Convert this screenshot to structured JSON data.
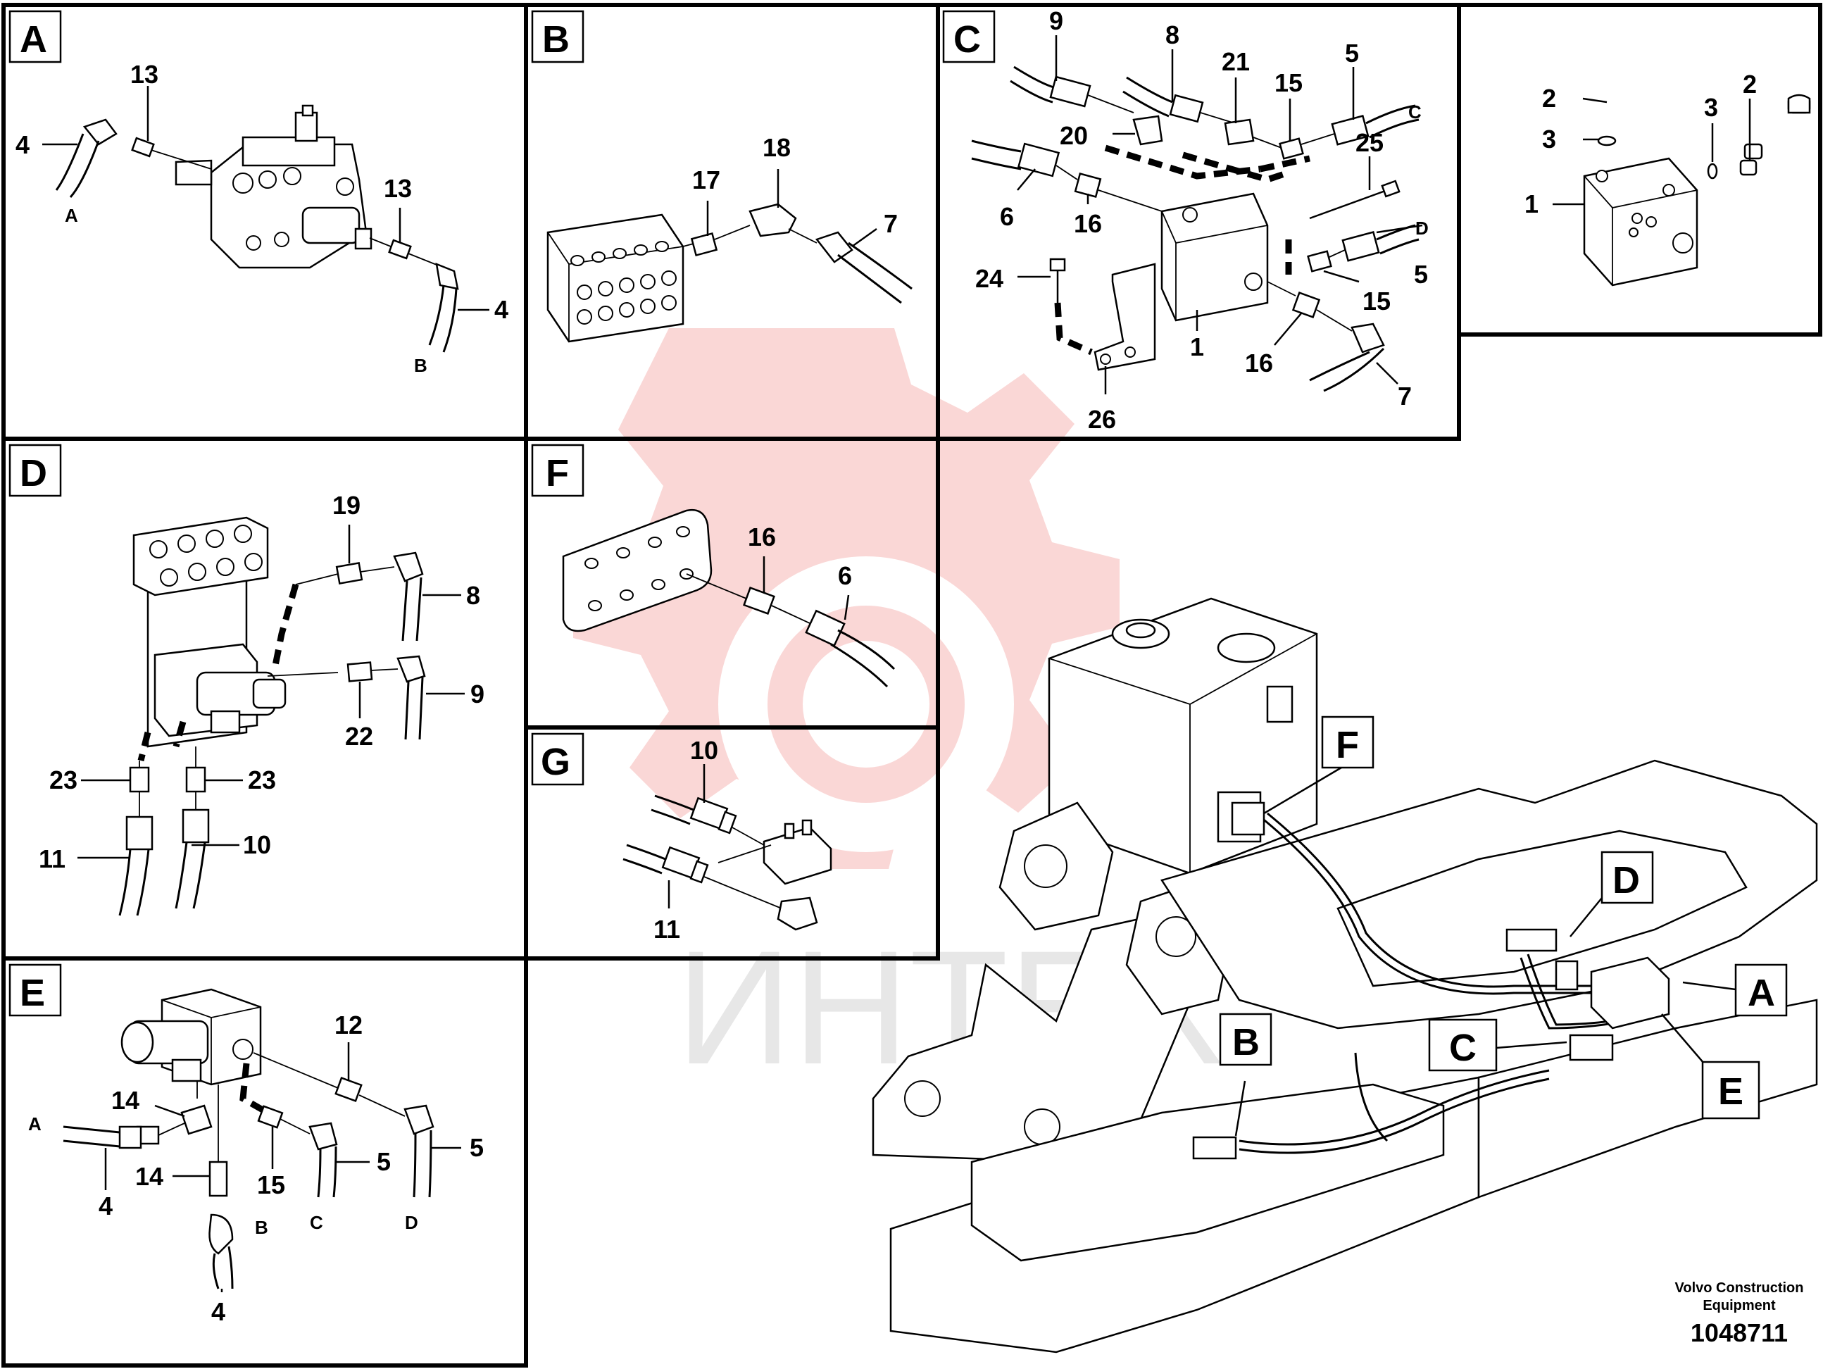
{
  "panels": {
    "A": {
      "letter": "A",
      "callouts": {
        "c13a": "13",
        "c4a": "4",
        "c13b": "13",
        "c4b": "4"
      },
      "ends": {
        "a": "A",
        "b": "B"
      }
    },
    "B": {
      "letter": "B",
      "callouts": {
        "c17": "17",
        "c18": "18",
        "c7": "7"
      }
    },
    "C": {
      "letter": "C",
      "callouts": {
        "c9": "9",
        "c8": "8",
        "c21": "21",
        "c15a": "15",
        "c5a": "5",
        "c20": "20",
        "c25": "25",
        "c6": "6",
        "c16a": "16",
        "c24": "24",
        "c5b": "5",
        "c15b": "15",
        "c1": "1",
        "c16b": "16",
        "c7": "7",
        "c26": "26"
      },
      "ends": {
        "c": "C",
        "d": "D"
      }
    },
    "side": {
      "callouts": {
        "c2a": "2",
        "c2b": "2",
        "c3a": "3",
        "c3b": "3",
        "c1": "1"
      }
    },
    "D": {
      "letter": "D",
      "callouts": {
        "c19": "19",
        "c8": "8",
        "c9": "9",
        "c22": "22",
        "c23a": "23",
        "c23b": "23",
        "c11": "11",
        "c10": "10"
      }
    },
    "F": {
      "letter": "F",
      "callouts": {
        "c16": "16",
        "c6": "6"
      }
    },
    "G": {
      "letter": "G",
      "callouts": {
        "c10": "10",
        "c11": "11"
      }
    },
    "E": {
      "letter": "E",
      "callouts": {
        "c12": "12",
        "c14a": "14",
        "c14b": "14",
        "c4a": "4",
        "c15": "15",
        "c5a": "5",
        "c5b": "5",
        "c4b": "4"
      },
      "ends": {
        "a": "A",
        "b": "B",
        "c": "C",
        "d": "D"
      }
    }
  },
  "main_labels": {
    "F": "F",
    "D": "D",
    "A": "A",
    "B": "B",
    "C": "C",
    "E": "E"
  },
  "watermark": {
    "text": "ИНТЕХ",
    "color": "#e53935"
  },
  "footer": {
    "company_line1": "Volvo Construction",
    "company_line2": "Equipment",
    "doc_number": "1048711"
  }
}
